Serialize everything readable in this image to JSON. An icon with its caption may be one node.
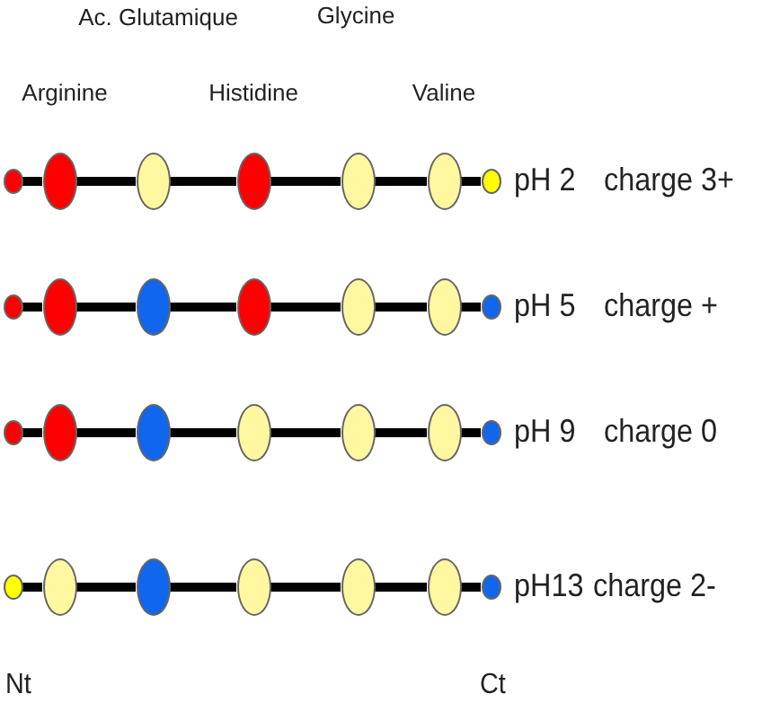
{
  "diagram": {
    "nodes": [
      {
        "text": [],
        "shape": "circle"
      },
      {
        "text": [],
        "shape": "circle"
      },
      {
        "text": [],
        "shape": "circle"
      },
      {
        "text": [],
        "shape": "circle"
      },
      {
        "text": [],
        "shape": "circle"
      },
      {
        "text": [],
        "shape": "circle"
      },
      {
        "text": [],
        "shape": "circle"
      },
      {
        "text": [],
        "shape": "circle"
      },
      {
        "text": [],
        "shape": "circle"
      },
      {
        "text": [],
        "shape": "circle"
      },
      {
        "text": [],
        "shape": "circle"
      },
      {
        "text": [],
        "shape": "circle"
      },
      {
        "text": [],
        "shape": "circle"
      },
      {
        "text": [],
        "shape": "circle"
      },
      {
        "text": [],
        "shape": "circle"
      },
      {
        "text": [],
        "shape": "circle"
      },
      {
        "text": [],
        "shape": "circle"
      },
      {
        "text": [],
        "shape": "circle"
      },
      {
        "text": [],
        "shape": "circle"
      },
      {
        "text": [],
        "shape": "circle"
      },
      {
        "text": [],
        "shape": "circle"
      },
      {
        "text": [],
        "shape": "circle"
      },
      {
        "text": [],
        "shape": "circle"
      },
      {
        "text": [],
        "shape": "circle"
      },
      {
        "text": [],
        "shape": "circle"
      },
      {
        "text": [],
        "shape": "circle"
      },
      {
        "text": [],
        "shape": "circle"
      },
      {
        "text": [],
        "shape": "circle"
      }
    ],
    "edges": [
      {
        "from": 0,
        "to": 1,
        "arrow": "none"
      },
      {
        "from": 1,
        "to": 2,
        "arrow": "none"
      },
      {
        "from": 2,
        "to": 3,
        "arrow": "none"
      },
      {
        "from": 3,
        "to": 4,
        "arrow": "none"
      },
      {
        "from": 4,
        "to": 5,
        "arrow": "none"
      },
      {
        "from": 5,
        "to": 6,
        "arrow": "none"
      },
      {
        "from": 7,
        "to": 8,
        "arrow": "none"
      },
      {
        "from": 8,
        "to": 9,
        "arrow": "none"
      },
      {
        "from": 9,
        "to": 10,
        "arrow": "none"
      },
      {
        "from": 10,
        "to": 11,
        "arrow": "none"
      },
      {
        "from": 11,
        "to": 12,
        "arrow": "none"
      },
      {
        "from": 12,
        "to": 13,
        "arrow": "none"
      },
      {
        "from": 14,
        "to": 15,
        "arrow": "none"
      },
      {
        "from": 15,
        "to": 16,
        "arrow": "none"
      },
      {
        "from": 16,
        "to": 17,
        "arrow": "none"
      },
      {
        "from": 17,
        "to": 18,
        "arrow": "none"
      },
      {
        "from": 18,
        "to": 19,
        "arrow": "none"
      },
      {
        "from": 19,
        "to": 20,
        "arrow": "none"
      },
      {
        "from": 21,
        "to": 22,
        "arrow": "none"
      },
      {
        "from": 22,
        "to": 23,
        "arrow": "none"
      },
      {
        "from": 23,
        "to": 24,
        "arrow": "none"
      },
      {
        "from": 24,
        "to": 25,
        "arrow": "none"
      },
      {
        "from": 25,
        "to": 26,
        "arrow": "none"
      },
      {
        "from": 26,
        "to": 27,
        "arrow": "none"
      }
    ],
    "labels": [
      "Ac. Glutamique",
      "Glycine",
      "Arginine",
      "Histidine",
      "Valine",
      "pH 2",
      "charge 3+",
      "pH 5",
      "charge +",
      "pH 9",
      "charge 0",
      "pH13",
      "charge 2-",
      "Nt",
      "Ct"
    ]
  }
}
